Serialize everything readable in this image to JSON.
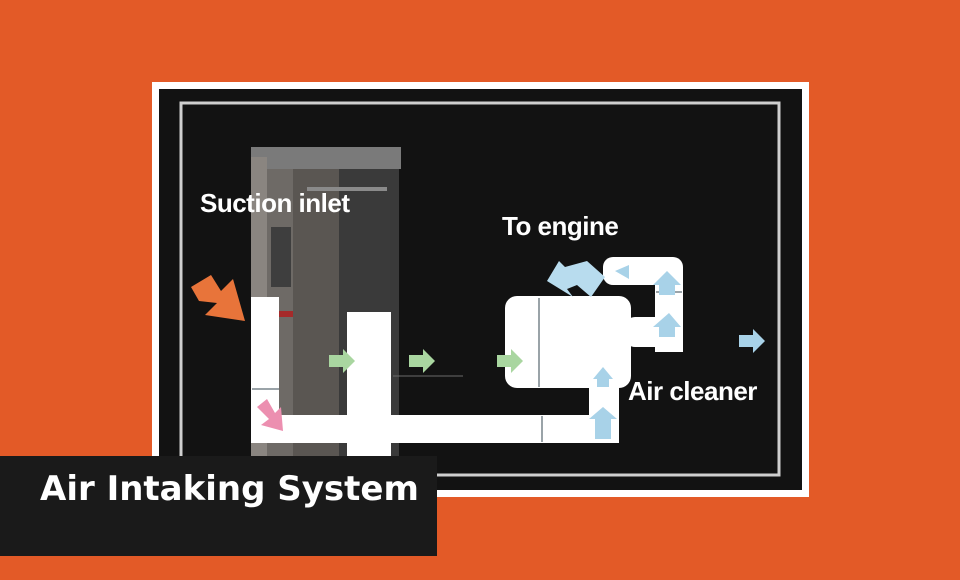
{
  "diagram": {
    "labels": {
      "suction_inlet": "Suction inlet",
      "to_engine": "To engine",
      "air_cleaner": "Air cleaner"
    },
    "icons": {
      "intake_arrow": "orange-curved-arrow-icon",
      "return_arrow": "pink-arrow-icon",
      "flow_arrows_green": "green-arrow-icon",
      "flow_arrows_blue": "light-blue-arrow-icon",
      "exit_arrow": "blue-curved-arrow-icon"
    },
    "colors": {
      "background": "#e35a27",
      "panel": "#121212",
      "pipe": "#ffffff",
      "intake_arrow": "#e8743a",
      "return_arrow": "#ec8fb0",
      "green_arrow": "#a9d6a0",
      "blue_arrow": "#a8d2e8"
    }
  },
  "caption": {
    "title": "Air Intaking System"
  }
}
